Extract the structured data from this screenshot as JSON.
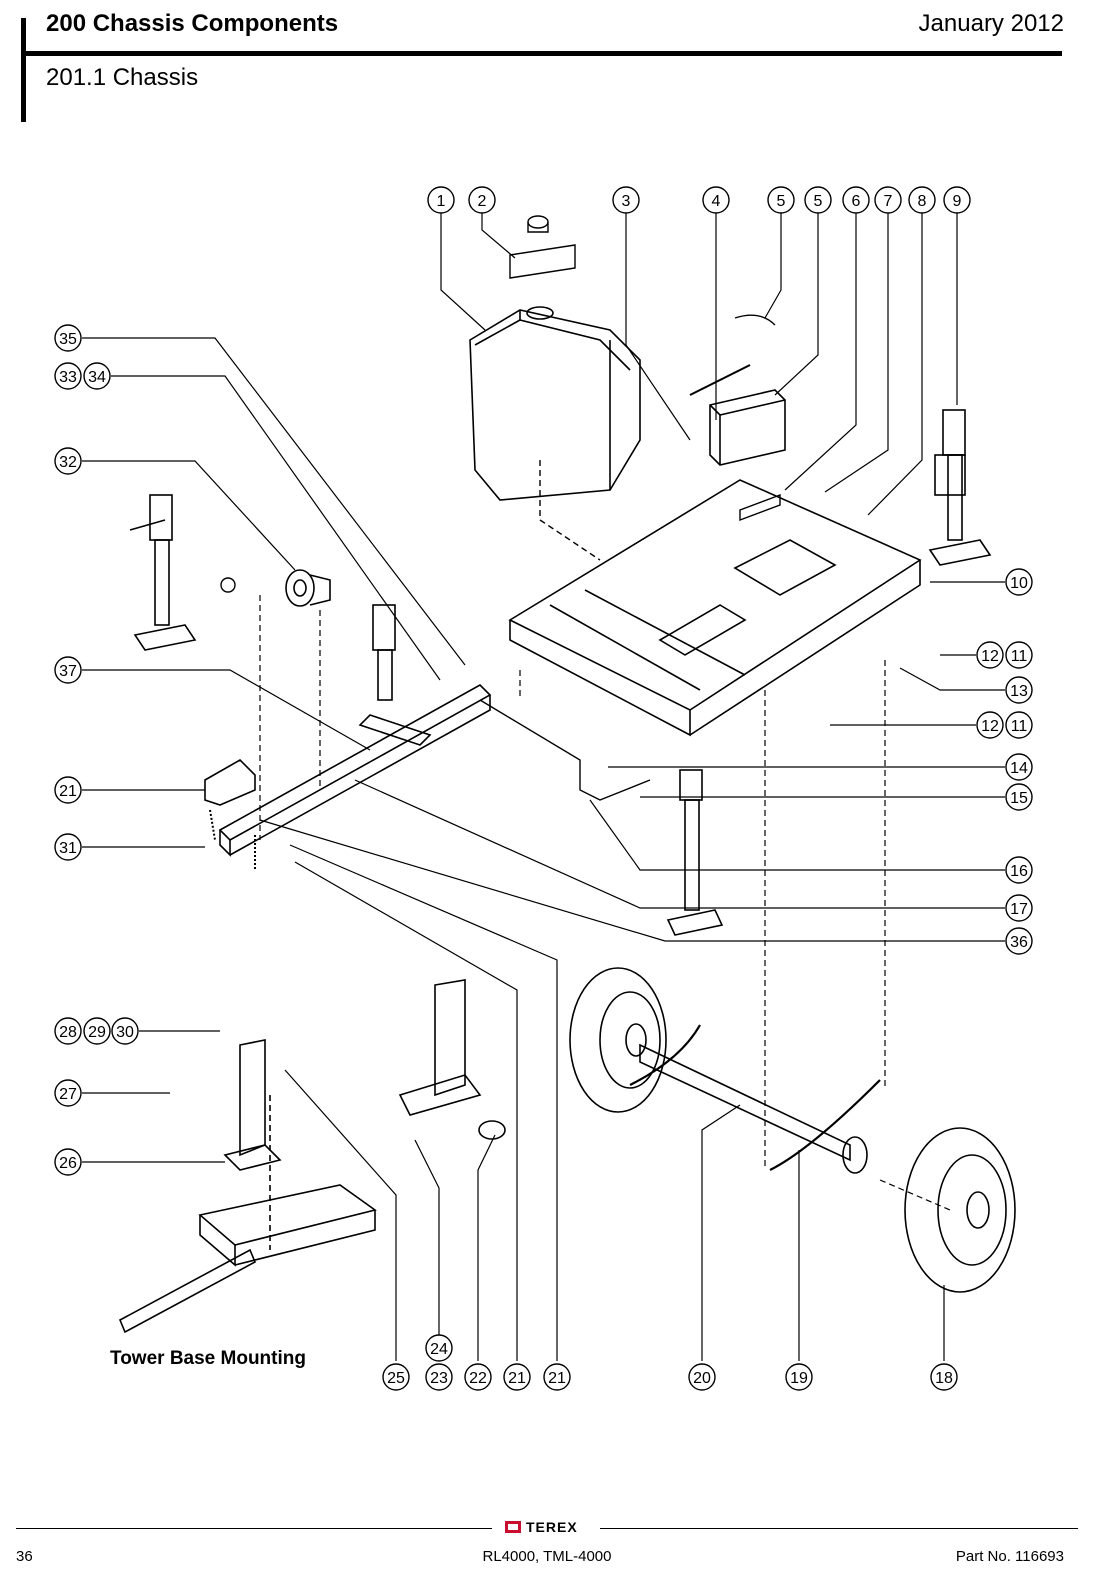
{
  "header": {
    "title": "200 Chassis Components",
    "date": "January 2012",
    "subtitle": "201.1 Chassis"
  },
  "callouts": [
    "1",
    "2",
    "3",
    "4",
    "5",
    "5",
    "6",
    "7",
    "8",
    "9",
    "35",
    "33",
    "34",
    "32",
    "10",
    "12",
    "11",
    "13",
    "12",
    "11",
    "37",
    "14",
    "21",
    "15",
    "31",
    "16",
    "17",
    "36",
    "28",
    "29",
    "30",
    "27",
    "26",
    "24",
    "25",
    "23",
    "22",
    "21",
    "21",
    "20",
    "19",
    "18"
  ],
  "inset_label": "Tower Base Mounting",
  "footer": {
    "page_number": "36",
    "models": "RL4000, TML-4000",
    "part_number": "Part No. 116693",
    "brand": "TEREX"
  }
}
